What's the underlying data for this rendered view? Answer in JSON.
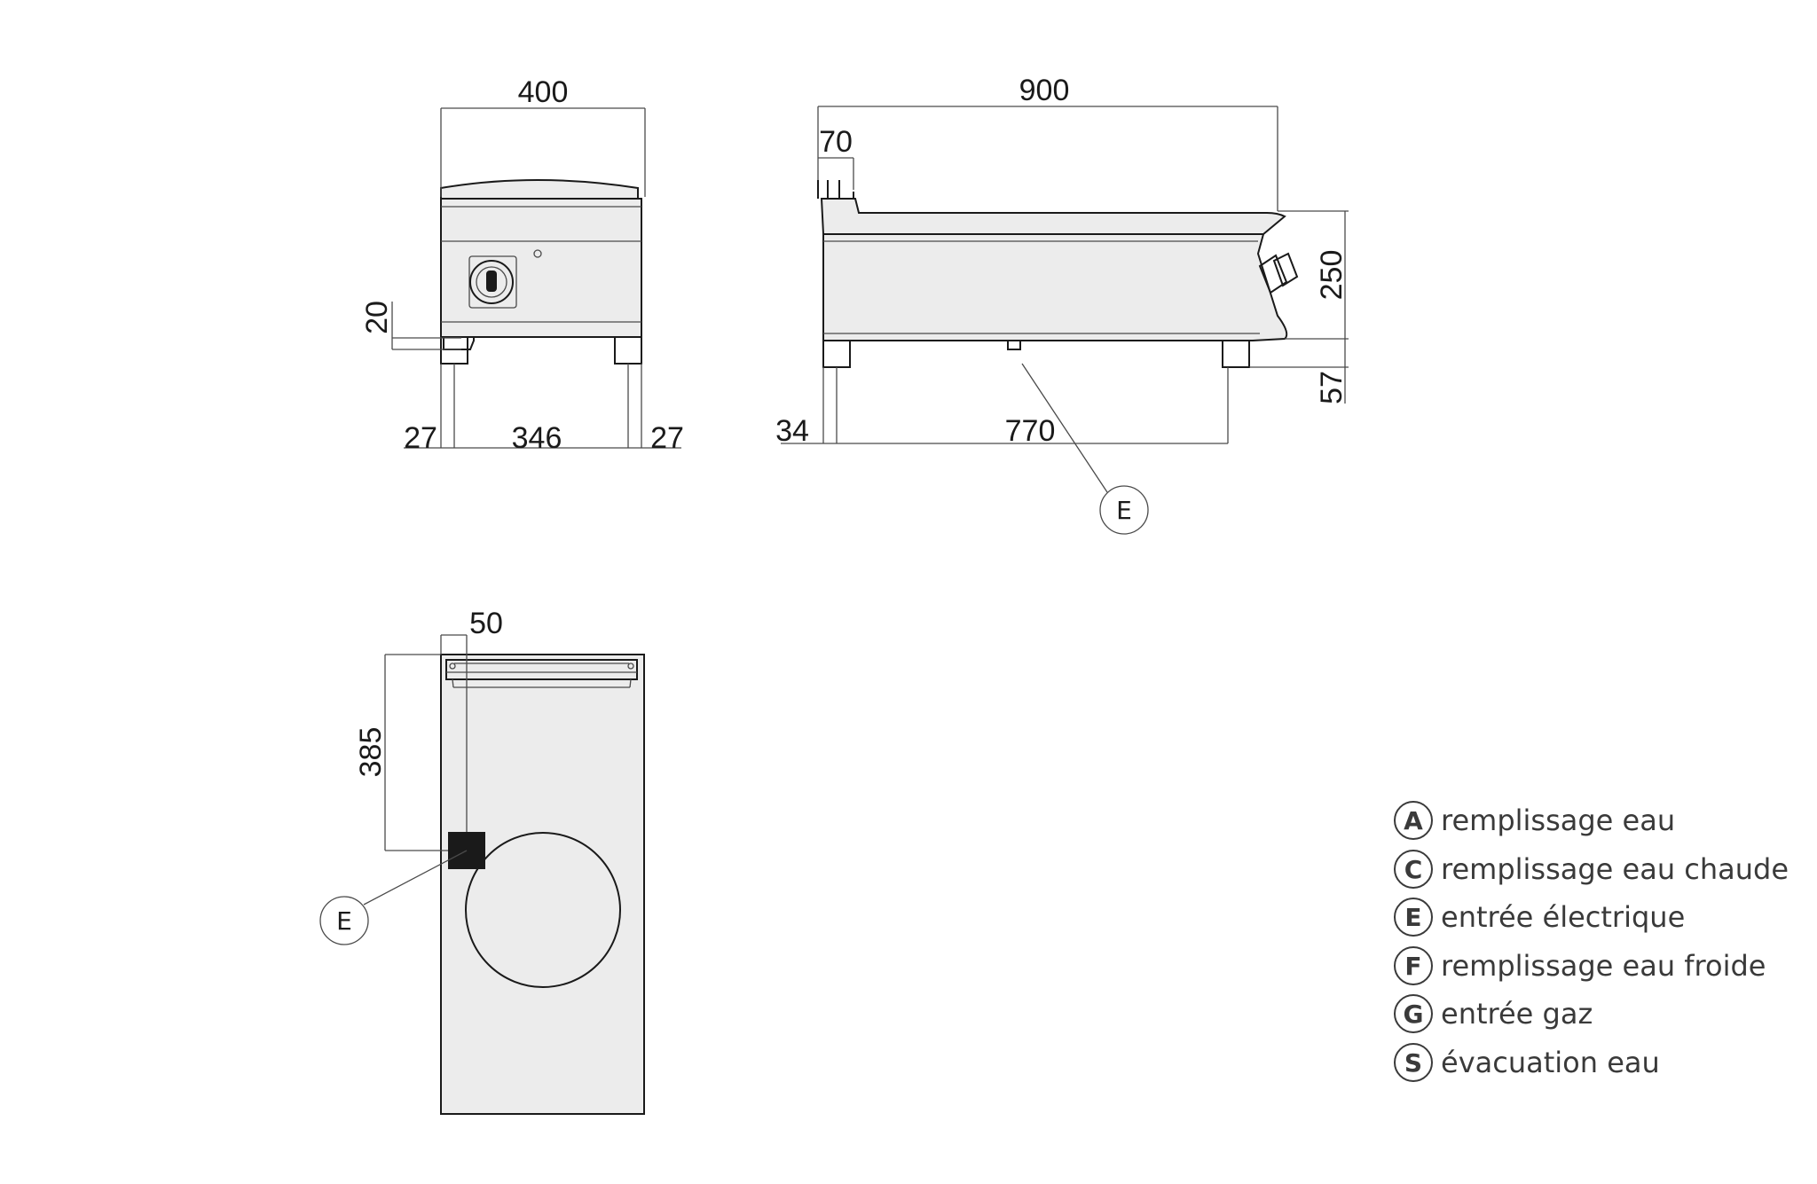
{
  "front_view": {
    "width": "400",
    "foot_height": "20",
    "left_margin": "27",
    "leg_span": "346",
    "right_margin": "27"
  },
  "side_view": {
    "depth": "900",
    "backsplash": "70",
    "body_height": "250",
    "leg_height": "57",
    "rear_offset": "34",
    "leg_span": "770",
    "connection_label": "E"
  },
  "top_view": {
    "connection_offset_x": "50",
    "connection_offset_y": "385",
    "connection_label": "E"
  },
  "legend": [
    {
      "letter": "A",
      "text": "remplissage eau"
    },
    {
      "letter": "C",
      "text": "remplissage eau chaude"
    },
    {
      "letter": "E",
      "text": "entrée électrique"
    },
    {
      "letter": "F",
      "text": "remplissage eau froide"
    },
    {
      "letter": "G",
      "text": "entrée gaz"
    },
    {
      "letter": "S",
      "text": "évacuation eau"
    }
  ]
}
